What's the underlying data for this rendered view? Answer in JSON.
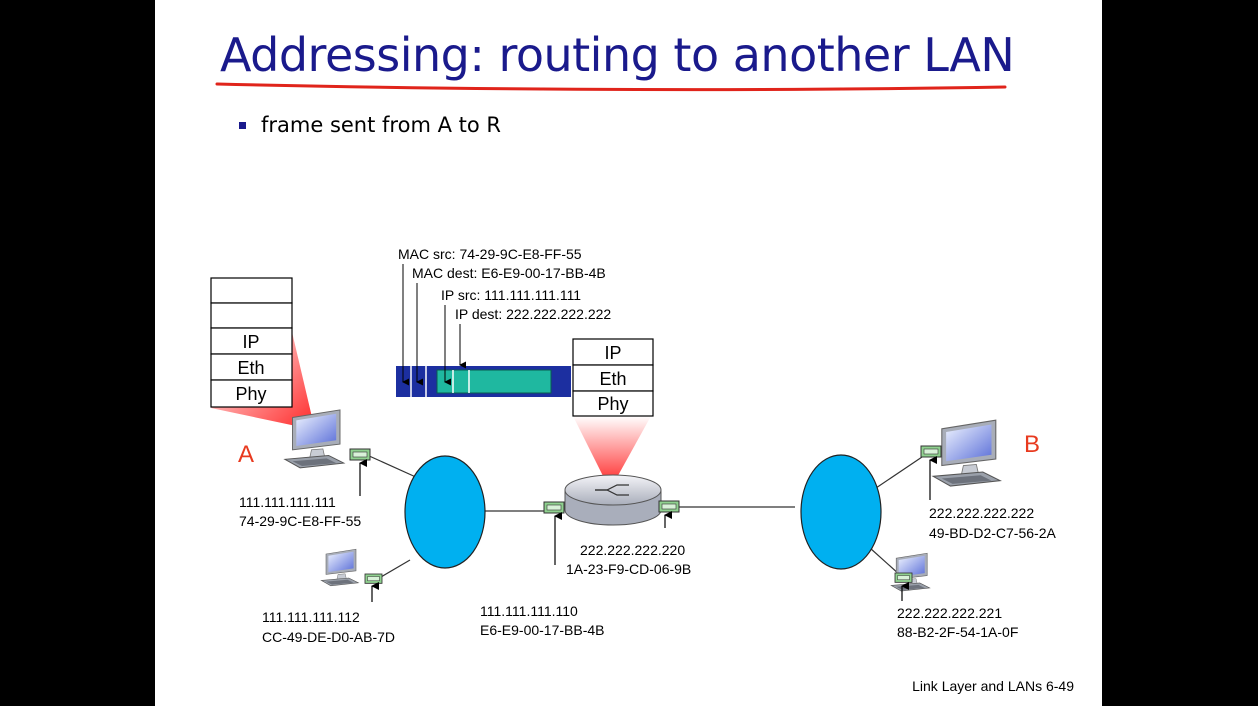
{
  "slide": {
    "title": "Addressing: routing to another LAN",
    "bullet": "frame sent from A to R",
    "footer": "Link Layer and LANs  6-49"
  },
  "colors": {
    "title": "#1a1a8c",
    "node_label": "#e83a1f",
    "cloud": "#00b0f0",
    "frame": "#1c2fa0",
    "frame_payload": "#1fb8a0",
    "adapter": "#8fd18f"
  },
  "frame_labels": {
    "mac_src": "MAC src: 74-29-9C-E8-FF-55",
    "mac_dest": "MAC dest: E6-E9-00-17-BB-4B",
    "ip_src": "IP src: 111.111.111.111",
    "ip_dest": "IP dest: 222.222.222.222"
  },
  "host_a_stack": [
    "",
    "",
    "IP",
    "Eth",
    "Phy"
  ],
  "router_stack": [
    "IP",
    "Eth",
    "Phy"
  ],
  "nodes": {
    "a": "A",
    "b": "B"
  },
  "hosts": {
    "a": {
      "ip": "111.111.111.111",
      "mac": "74-29-9C-E8-FF-55"
    },
    "a2": {
      "ip": "111.111.111.112",
      "mac": "CC-49-DE-D0-AB-7D"
    },
    "b": {
      "ip": "222.222.222.222",
      "mac": "49-BD-D2-C7-56-2A"
    },
    "b2": {
      "ip": "222.222.222.221",
      "mac": "88-B2-2F-54-1A-0F"
    }
  },
  "router": {
    "left_if": {
      "ip": "111.111.111.110",
      "mac": "E6-E9-00-17-BB-4B"
    },
    "right_if": {
      "ip": "222.222.222.220",
      "mac": "1A-23-F9-CD-06-9B"
    }
  }
}
